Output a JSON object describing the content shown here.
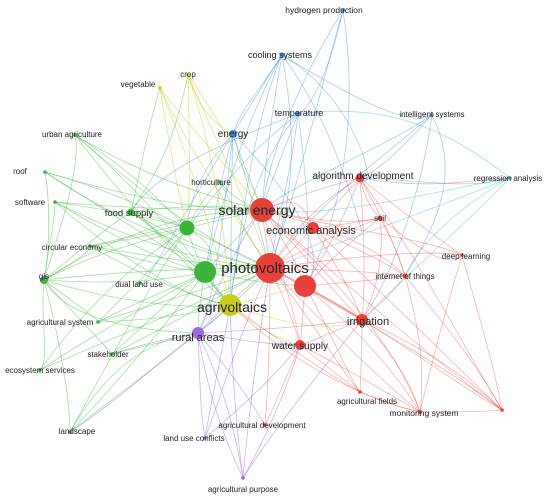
{
  "colors": {
    "red": "#e8413c",
    "green": "#3cb43c",
    "blue": "#4a90d0",
    "yellow": "#c8cc1c",
    "purple": "#9b6bd6",
    "cyan": "#36b7c8",
    "background": "#ffffff"
  },
  "clusters": {
    "red": [
      "solar energy",
      "photovoltaics",
      "economic analysis",
      "algorithm development",
      "soil",
      "irrigation",
      "water supply",
      "internet of things",
      "deep learning",
      "agricultural fields",
      "monitoring system",
      "agricultural development"
    ],
    "green": [
      "urban agriculture",
      "roof",
      "software",
      "food supply",
      "circular economy",
      "gis",
      "dual land use",
      "agricultural system",
      "stakeholder",
      "ecosystem services",
      "landscape",
      "horticulture"
    ],
    "blue": [
      "hydrogen production",
      "cooling systems",
      "temperature",
      "energy",
      "intelligent systems",
      "regression analysis"
    ],
    "yellow": [
      "vegetable",
      "crop",
      "agrivoltaics"
    ],
    "purple": [
      "rural areas",
      "land use conflicts",
      "agricultural purpose"
    ]
  },
  "labels": {
    "hydrogen_production": "hydrogen production",
    "cooling_systems": "cooling systems",
    "crop": "crop",
    "vegetable": "vegetable",
    "temperature": "temperature",
    "intelligent_systems": "intelligent systems",
    "urban_agriculture": "urban agriculture",
    "energy": "energy",
    "roof": "roof",
    "horticulture": "horticulture",
    "algorithm_development": "algorithm development",
    "regression_analysis": "regression analysis",
    "software": "software",
    "food_supply": "food supply",
    "solar_energy": "solar energy",
    "soil": "soil",
    "economic_analysis": "economic analysis",
    "circular_economy": "circular economy",
    "deep_learning": "deep learning",
    "gis": "gis",
    "photovoltaics": "photovoltaics",
    "internet_of_things": "internet of things",
    "dual_land_use": "dual land use",
    "agrivoltaics": "agrivoltaics",
    "agricultural_system": "agricultural system",
    "irrigation": "irrigation",
    "rural_areas": "rural areas",
    "stakeholder": "stakeholder",
    "water_supply": "water supply",
    "ecosystem_services": "ecosystem services",
    "agricultural_fields": "agricultural fields",
    "monitoring_system": "monitoring system",
    "landscape": "landscape",
    "agricultural_development": "agricultural development",
    "land_use_conflicts": "land use conflicts",
    "agricultural_purpose": "agricultural purpose"
  }
}
